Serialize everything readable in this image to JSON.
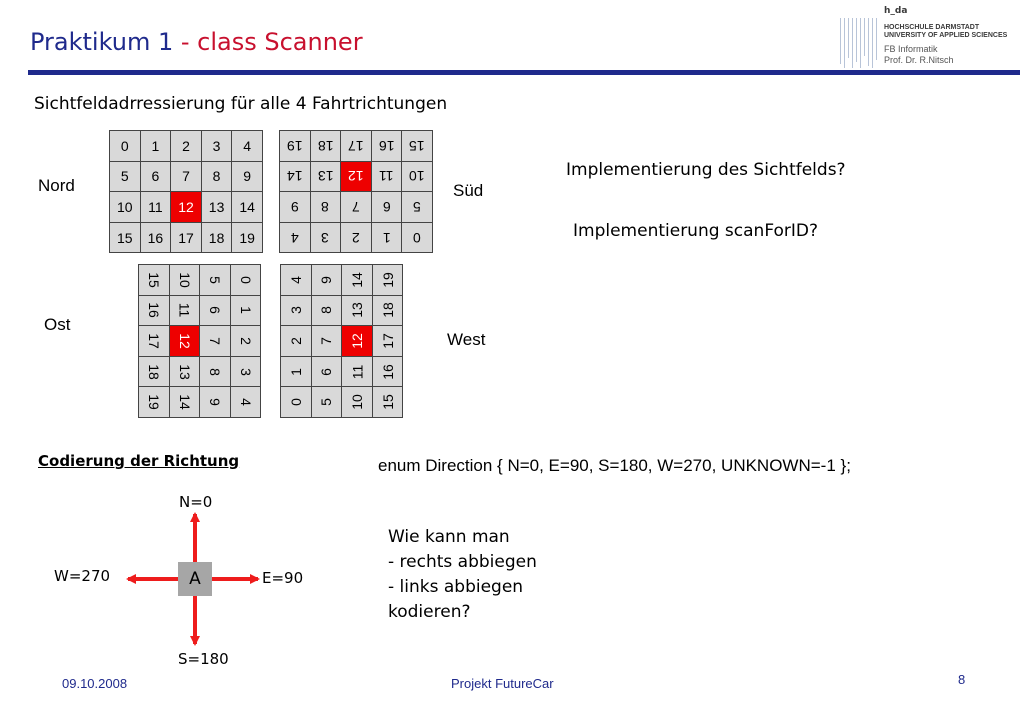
{
  "header": {
    "title_main": "Praktikum 1",
    "title_rest": " - class Scanner",
    "logo": {
      "name": "h_da",
      "line1": "HOCHSCHULE DARMSTADT",
      "line2": "UNIVERSITY OF APPLIED SCIENCES",
      "dept": "FB Informatik",
      "prof": "Prof. Dr. R.Nitsch"
    }
  },
  "subtitle": "Sichtfeldadrressierung für alle 4 Fahrtrichtungen",
  "grids": {
    "nord": {
      "label": "Nord",
      "cells": [
        "0",
        "1",
        "2",
        "3",
        "4",
        "5",
        "6",
        "7",
        "8",
        "9",
        "10",
        "11",
        "12",
        "13",
        "14",
        "15",
        "16",
        "17",
        "18",
        "19"
      ]
    },
    "sued": {
      "label": "Süd",
      "cells": [
        "19",
        "18",
        "17",
        "16",
        "15",
        "14",
        "13",
        "12",
        "11",
        "10",
        "9",
        "8",
        "7",
        "6",
        "5",
        "4",
        "3",
        "2",
        "1",
        "0"
      ]
    },
    "ost": {
      "label": "Ost",
      "cells": [
        "15",
        "10",
        "5",
        "0",
        "16",
        "11",
        "6",
        "1",
        "17",
        "12",
        "7",
        "2",
        "18",
        "13",
        "8",
        "3",
        "19",
        "14",
        "9",
        "4"
      ]
    },
    "west": {
      "label": "West",
      "cells": [
        "4",
        "9",
        "14",
        "19",
        "3",
        "8",
        "13",
        "18",
        "2",
        "7",
        "12",
        "17",
        "1",
        "6",
        "11",
        "16",
        "0",
        "5",
        "10",
        "15"
      ]
    }
  },
  "questions": {
    "q1": "Implementierung des Sichtfelds?",
    "q2": "Implementierung scanForID?"
  },
  "codierung": {
    "heading": "Codierung der Richtung",
    "enum": "enum Direction { N=0, E=90, S=180, W=270, UNKNOWN=-1 };"
  },
  "compass": {
    "north": "N=0",
    "east": "E=90",
    "south": "S=180",
    "west": "W=270",
    "center": "A",
    "arrow_color": "#ee1c1c"
  },
  "wie": {
    "line1": "Wie kann man",
    "line2": "- rechts abbiegen",
    "line3": "- links abbiegen",
    "line4": "kodieren?"
  },
  "footer": {
    "date": "09.10.2008",
    "project": "Projekt FutureCar",
    "page": "8"
  }
}
